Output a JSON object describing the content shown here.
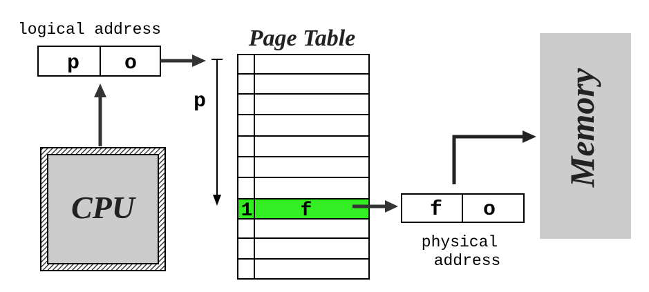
{
  "logical_address": {
    "label": "logical address",
    "fields": [
      "p",
      "o"
    ]
  },
  "cpu": {
    "label": "CPU"
  },
  "page_table": {
    "title": "Page Table",
    "index_label": "p",
    "highlighted_entry": {
      "valid_bit": "1",
      "frame": "f"
    }
  },
  "physical_address": {
    "label_line1": "physical",
    "label_line2": "address",
    "fields": [
      "f",
      "o"
    ]
  },
  "memory": {
    "label": "Memory"
  },
  "colors": {
    "highlight": "#33ee22",
    "memory_fill": "#cccccc",
    "cpu_fill": "#cccccc",
    "stroke": "#000000",
    "arrow": "#333333"
  }
}
